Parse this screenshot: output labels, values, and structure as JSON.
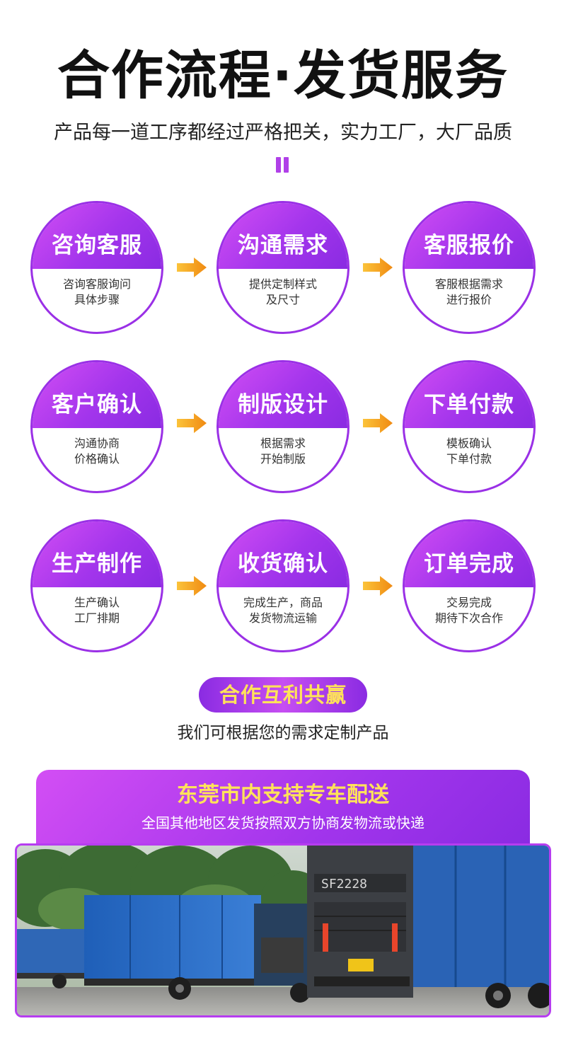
{
  "header": {
    "title": "合作流程·发货服务",
    "subtitle": "产品每一道工序都经过严格把关，实力工厂，大厂品质"
  },
  "colors": {
    "accent": "#a335ec",
    "accent_light": "#d34ef4",
    "arrow": "#f7a21b",
    "highlight": "#ffe25a"
  },
  "steps": [
    {
      "name": "咨询客服",
      "desc1": "咨询客服询问",
      "desc2": "具体步骤"
    },
    {
      "name": "沟通需求",
      "desc1": "提供定制样式",
      "desc2": "及尺寸"
    },
    {
      "name": "客服报价",
      "desc1": "客服根据需求",
      "desc2": "进行报价"
    },
    {
      "name": "客户确认",
      "desc1": "沟通协商",
      "desc2": "价格确认"
    },
    {
      "name": "制版设计",
      "desc1": "根据需求",
      "desc2": "开始制版"
    },
    {
      "name": "下单付款",
      "desc1": "模板确认",
      "desc2": "下单付款"
    },
    {
      "name": "生产制作",
      "desc1": "生产确认",
      "desc2": "工厂排期"
    },
    {
      "name": "收货确认",
      "desc1": "完成生产，商品",
      "desc2": "发货物流运输"
    },
    {
      "name": "订单完成",
      "desc1": "交易完成",
      "desc2": "期待下次合作"
    }
  ],
  "badge": {
    "label": "合作互利共赢",
    "caption": "我们可根据您的需求定制产品"
  },
  "delivery": {
    "title": "东莞市内支持专车配送",
    "subtitle": "全国其他地区发货按照双方协商发物流或快递",
    "truck_plate": "SF2228"
  }
}
